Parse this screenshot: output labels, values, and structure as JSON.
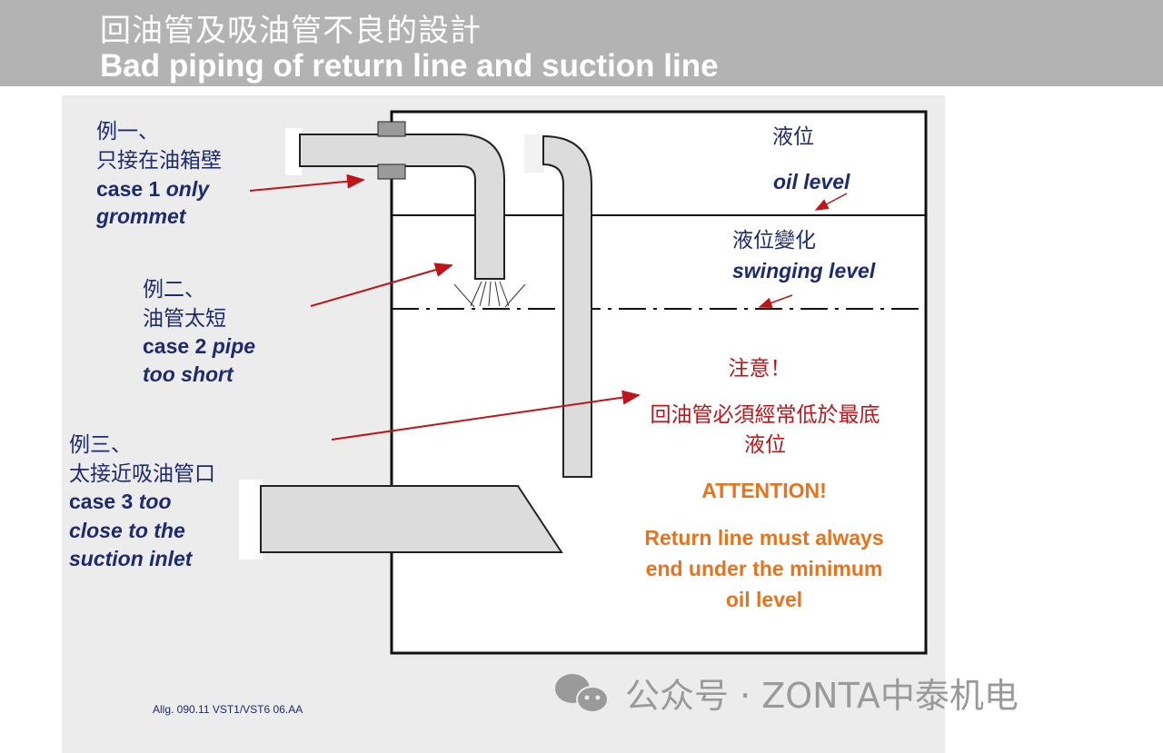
{
  "header": {
    "title_zh": "回油管及吸油管不良的設計",
    "title_en": "Bad piping of return line and suction line"
  },
  "case1": {
    "zh1": "例一、",
    "zh2": "只接在油箱壁",
    "en1a": "case 1 ",
    "en1b": "only",
    "en2": "grommet"
  },
  "case2": {
    "zh1": "例二、",
    "zh2": "油管太短",
    "en1a": "case 2 ",
    "en1b": "pipe",
    "en2": "too short"
  },
  "case3": {
    "zh1": "例三、",
    "zh2": "太接近吸油管口",
    "en1a": "case 3 ",
    "en1b": "too",
    "en2": "close to the",
    "en3": "suction inlet"
  },
  "labels": {
    "oil_level_zh": "液位",
    "oil_level_en": "oil level",
    "swing_zh": "液位變化",
    "swing_en": "swinging level"
  },
  "attention": {
    "zh1": "注意！",
    "zh2": "回油管必須經常低於最底",
    "zh3": "液位",
    "en_title": "ATTENTION!",
    "en1": "Return line must always",
    "en2": "end under the minimum",
    "en3": "oil level"
  },
  "footer": {
    "ref": "Allg. 090.11 VST1/VST6 06.AA",
    "watermark": "公众号 · ZONTA中泰机电"
  },
  "colors": {
    "header": "#b3b3b3",
    "text_blue": "#1f2a6e",
    "arrow_red": "#c0141a",
    "attention_orange": "#e8731c",
    "pipe": "#dcdcdc"
  }
}
